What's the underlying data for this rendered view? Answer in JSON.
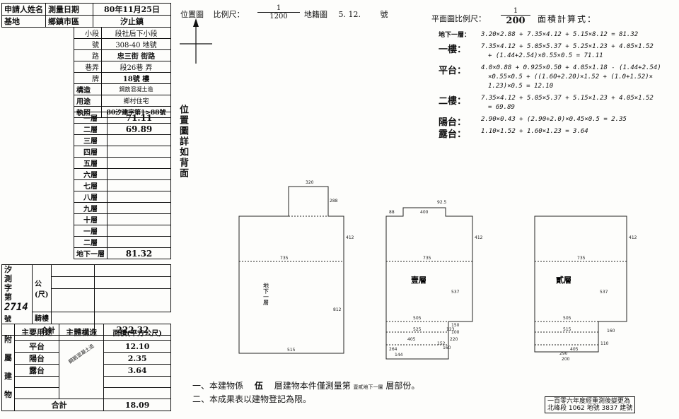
{
  "header": {
    "applicant_label": "申請人姓名",
    "survey_date_label": "測量日期",
    "survey_date": "80年11月25日",
    "base_label": "基地",
    "township_label": "鄉鎮市區",
    "township": "汐止鎮",
    "section_label": "小段",
    "section": "段社后下小段",
    "lot_label": "號",
    "lot": "308-40 地號",
    "road_label": "路",
    "road": "忠三街 街路",
    "alley_label": "巷弄",
    "alley": "段26巷 弄",
    "plate_label": "牌",
    "plate": "18號 樓",
    "structure_label": "構造",
    "structure": "鋼筋混凝土造",
    "usage_label": "用途",
    "usage": "鄉村住宅",
    "license_label": "執照",
    "license": "80汐建字第1>88號"
  },
  "floors": [
    {
      "label": "一層",
      "value": "71.11"
    },
    {
      "label": "二層",
      "value": "69.89"
    },
    {
      "label": "三層",
      "value": ""
    },
    {
      "label": "四層",
      "value": ""
    },
    {
      "label": "五層",
      "value": ""
    },
    {
      "label": "六層",
      "value": ""
    },
    {
      "label": "七層",
      "value": ""
    },
    {
      "label": "八層",
      "value": ""
    },
    {
      "label": "九層",
      "value": ""
    },
    {
      "label": "十層",
      "value": ""
    },
    {
      "label": "一層",
      "value": ""
    },
    {
      "label": "二層",
      "value": ""
    },
    {
      "label": "地下一層",
      "value": "81.32"
    }
  ],
  "side": {
    "survey_no_label": "汐測字第",
    "survey_no": "2714",
    "no_suffix": "號",
    "public_label": "公(尺)",
    "arcade_label": "騎樓",
    "total_label": "合計",
    "total": "222.32"
  },
  "annex": {
    "annex_label": "附屬建物",
    "header_usage": "主要用途",
    "header_structure": "主體構造",
    "header_area": "面積(平方公尺)",
    "rows": [
      {
        "usage": "平台",
        "area": "12.10"
      },
      {
        "usage": "陽台",
        "area": "2.35"
      },
      {
        "usage": "露台",
        "area": "3.64"
      }
    ],
    "structure_note": "鋼筋混凝土造",
    "total_label": "合計",
    "total": "18.09"
  },
  "location": {
    "vertical_note": "位置圖詳如背面",
    "title": "位置圖",
    "scale_label": "比例尺：",
    "scale_num": "1",
    "scale_den": "1200",
    "cadastral_label": "地籍圖",
    "cadastral_no": "5. 12.",
    "cadastral_suffix": "號"
  },
  "plan": {
    "scale_label": "平面圖比例尺：",
    "scale_num": "1",
    "scale_den": "200",
    "calc_title": "面積計算式：",
    "formulas": [
      {
        "label": "地下一層：",
        "lines": [
          "3.20×2.88 + 7.35×4.12 + 5.15×8.12 = 81.32"
        ]
      },
      {
        "label": "一樓：",
        "lines": [
          "7.35×4.12 + 5.05×5.37 + 5.25×1.23 + 4.05×1.52",
          "+ (1.44+2.54)×0.55×0.5 = 71.11"
        ]
      },
      {
        "label": "平台：",
        "lines": [
          "4.0×0.88 + 0.925×0.50 + 4.05×1.18 - (1.44+2.54)",
          "×0.55×0.5 + ((1.60+2.20)×1.52 + (1.0+1.52)×",
          "1.23)×0.5 = 12.10"
        ]
      },
      {
        "label": "二樓：",
        "lines": [
          "7.35×4.12 + 5.05×5.37 + 5.15×1.23 + 4.05×1.52",
          "= 69.89"
        ]
      },
      {
        "label": "陽台：",
        "lines": [
          "2.90×0.43 + (2.90+2.0)×0.45×0.5 = 2.35"
        ]
      },
      {
        "label": "露台：",
        "lines": [
          "1.10×1.52 + 1.60×1.23 = 3.64"
        ]
      }
    ],
    "basement_label": "地下一層",
    "floor1_label": "壹層",
    "floor2_label": "貳層",
    "dims": {
      "b_top": "320",
      "b_right1": "288",
      "b_right2": "412",
      "b_mid": "735",
      "b_lower": "812",
      "b_bottom": "515",
      "f1_top": "400",
      "f1_92": "92.5",
      "f1_left": "88",
      "f1_right": "412",
      "f1_mid": "735",
      "f1_537": "537",
      "f1_505": "505",
      "f1_525": "525",
      "f1_405": "405",
      "f1_150": "150",
      "f1_100": "100",
      "f1_220": "220",
      "f1_160": "160",
      "f1_264": "264",
      "f1_144": "144",
      "f1_123": "123",
      "f1_152": "152",
      "f2_right": "412",
      "f2_mid": "735",
      "f2_537": "537",
      "f2_505": "505",
      "f2_515": "515",
      "f2_160": "160",
      "f2_405": "405",
      "f2_290": "290",
      "f2_200": "200",
      "f2_110": "110"
    }
  },
  "notes": {
    "line1_a": "一、本建物係",
    "line1_b": "伍",
    "line1_c": "層建物本件僅測量第",
    "line1_d": "壹貳地下一層",
    "line1_e": "層部份。",
    "line2": "二、本成果表以建物登記為限。"
  },
  "stamp": {
    "line1": "一百零六年度經重測後變更為",
    "line2": "北峰段 1062 地號 3837 建號"
  }
}
